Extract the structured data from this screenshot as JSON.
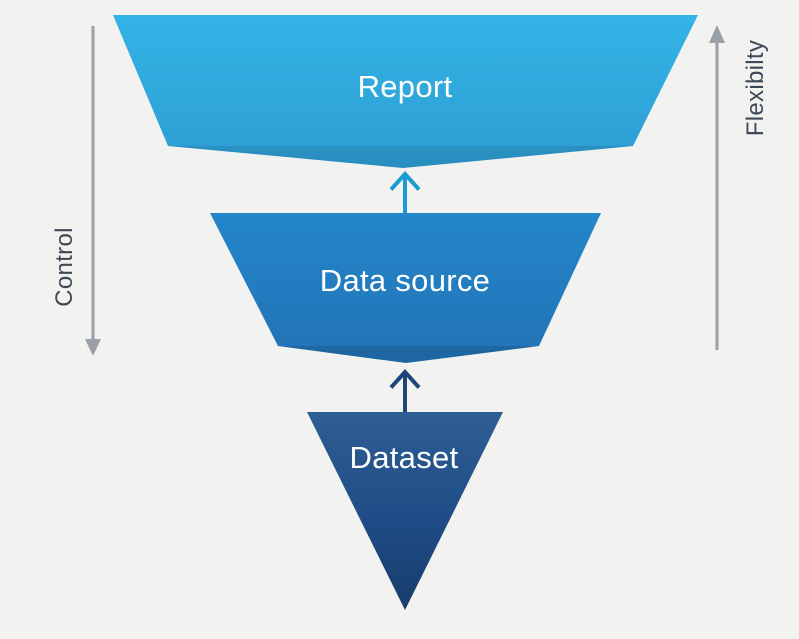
{
  "canvas": {
    "background": "#f2f2f1"
  },
  "funnel": {
    "levels": [
      {
        "label": "Report",
        "text_color": "#ffffff",
        "color_top": "#33b4e6",
        "color_bottom": "#2d9dd2"
      },
      {
        "label": "Data source",
        "text_color": "#ffffff",
        "color_top": "#2486ca",
        "color_bottom": "#2173b5"
      },
      {
        "label": "Dataset",
        "text_color": "#ffffff",
        "color_top": "#2e5e92",
        "color_mid": "#1f4c86",
        "color_bottom": "#183c6d"
      }
    ],
    "flow_arrows": [
      {
        "from": "Data source",
        "to": "Report",
        "direction": "up",
        "color": "#1b9cd1"
      },
      {
        "from": "Dataset",
        "to": "Data source",
        "direction": "up",
        "color": "#1d4778"
      }
    ]
  },
  "axes": {
    "left": {
      "label": "Control",
      "direction": "down",
      "arrow_color": "#9aa0a6",
      "label_color": "#3d4a56"
    },
    "right": {
      "label": "Flexibilty",
      "direction": "up",
      "arrow_color": "#9aa0a6",
      "label_color": "#3d4a56"
    }
  }
}
